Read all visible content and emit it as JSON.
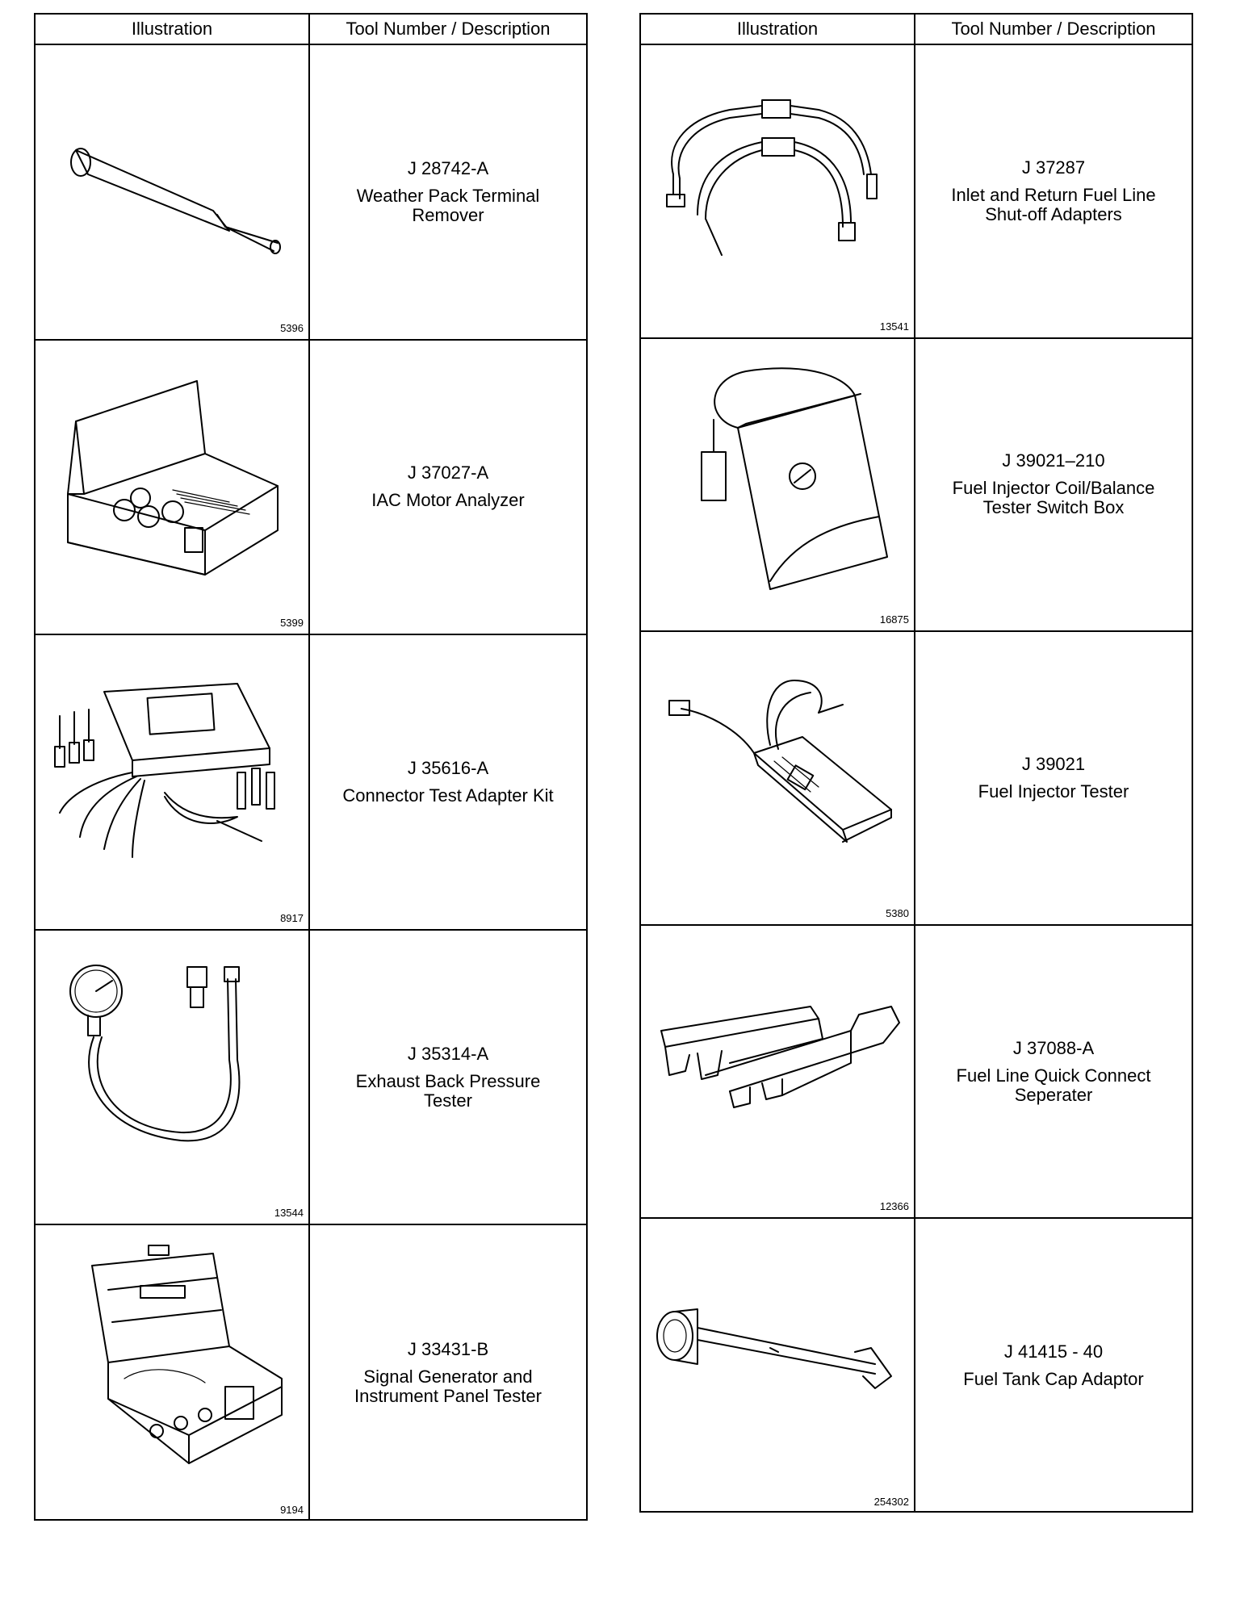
{
  "headers": {
    "illustration": "Illustration",
    "tool": "Tool Number / Description"
  },
  "left": [
    {
      "tool": "J 28742-A",
      "desc": [
        "Weather Pack Terminal",
        "Remover"
      ],
      "fig": "5396",
      "icon": "terminal-remover-icon"
    },
    {
      "tool": "J 37027-A",
      "desc": [
        "IAC Motor Analyzer"
      ],
      "fig": "5399",
      "icon": "analyzer-case-icon"
    },
    {
      "tool": "J 35616-A",
      "desc": [
        "Connector Test Adapter Kit"
      ],
      "fig": "8917",
      "icon": "adapter-kit-icon"
    },
    {
      "tool": "J 35314-A",
      "desc": [
        "Exhaust Back Pressure",
        "Tester"
      ],
      "fig": "13544",
      "icon": "pressure-gauge-icon"
    },
    {
      "tool": "J 33431-B",
      "desc": [
        "Signal Generator and",
        "Instrument Panel Tester"
      ],
      "fig": "9194",
      "icon": "signal-generator-case-icon"
    }
  ],
  "right": [
    {
      "tool": "J 37287",
      "desc": [
        "Inlet and Return Fuel Line",
        "Shut-off Adapters"
      ],
      "fig": "13541",
      "icon": "fuel-line-adapters-icon"
    },
    {
      "tool": "J 39021–210",
      "desc": [
        "Fuel Injector Coil/Balance",
        "Tester Switch Box"
      ],
      "fig": "16875",
      "icon": "switch-box-icon"
    },
    {
      "tool": "J 39021",
      "desc": [
        "Fuel Injector Tester"
      ],
      "fig": "5380",
      "icon": "injector-tester-icon"
    },
    {
      "tool": "J 37088-A",
      "desc": [
        "Fuel Line Quick Connect",
        "Seperater"
      ],
      "fig": "12366",
      "icon": "quick-connect-separator-icon"
    },
    {
      "tool": "J 41415 - 40",
      "desc": [
        "Fuel Tank Cap Adaptor"
      ],
      "fig": "254302",
      "icon": "tank-cap-adaptor-icon"
    }
  ]
}
